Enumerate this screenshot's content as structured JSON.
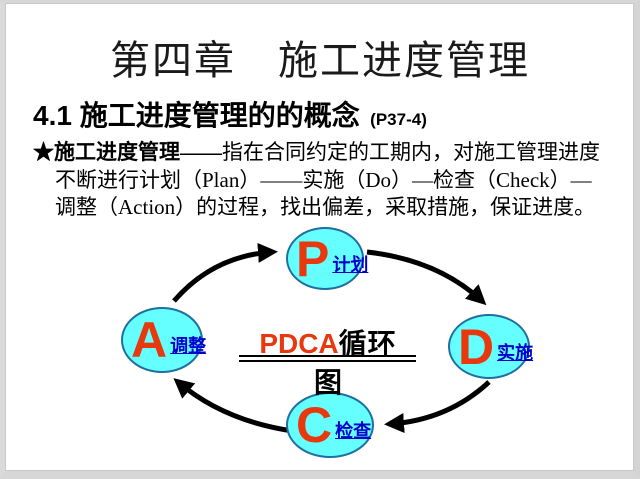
{
  "slide": {
    "title": "第四章　施工进度管理",
    "heading": {
      "text": "4.1 施工进度管理的的概念",
      "page_ref": "(P37-4)"
    },
    "paragraph": {
      "lead": "★施工进度管理——",
      "line1_rest": "指在合同约定的工期内，对施工管理进度",
      "line2": "不断进行计划（Plan）——实施（Do）—检查（Check）—",
      "line3": "调整（Action）的过程，找出偏差，采取措施，保证进度。"
    },
    "diagram": {
      "center_title_accent": "PDCA",
      "center_title_rest": "循环",
      "center_title_line2": "图",
      "nodes": [
        {
          "letter": "P",
          "label": "计划"
        },
        {
          "letter": "D",
          "label": "实施"
        },
        {
          "letter": "C",
          "label": "检查"
        },
        {
          "letter": "A",
          "label": "调整"
        }
      ],
      "colors": {
        "node_fill": "#66FFFF",
        "node_border": "#1F6F9F",
        "letter": "#E8390E",
        "label": "#0000CC",
        "arrow": "#000000",
        "center_accent": "#E8390E"
      }
    }
  }
}
